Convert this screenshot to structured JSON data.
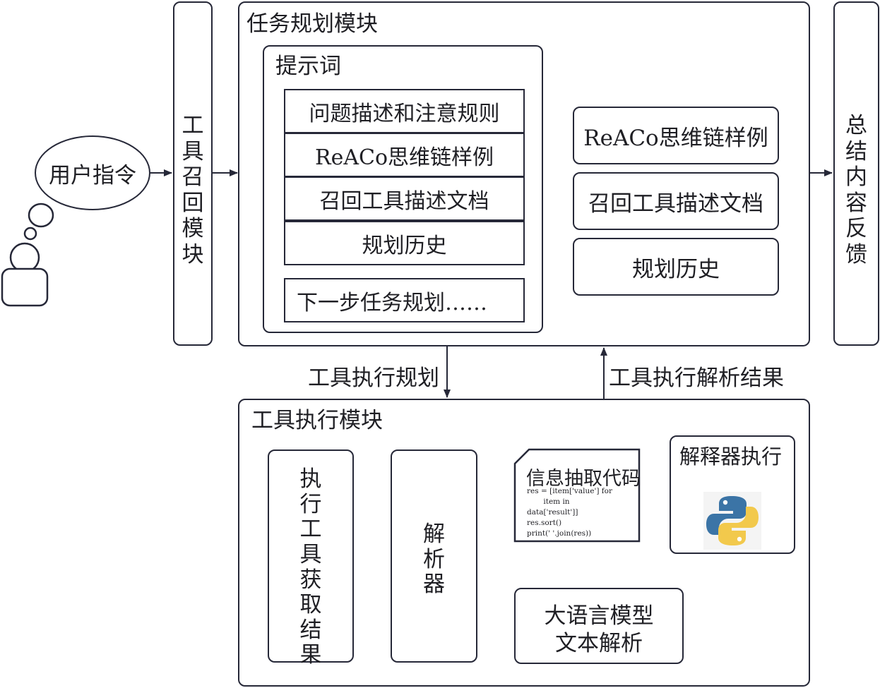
{
  "user": {
    "command": "用户指令"
  },
  "recall_module": {
    "label": "工具召回模块"
  },
  "planning_module": {
    "title": "任务规划模块",
    "prompt": {
      "title": "提示词",
      "items": [
        "问题描述和注意规则",
        "ReACo思维链样例",
        "召回工具描述文档",
        "规划历史"
      ],
      "next_step": "下一步任务规划……"
    },
    "sources": [
      "ReACo思维链样例",
      "召回工具描述文档",
      "规划历史"
    ]
  },
  "summary_module": {
    "label": "总结内容反馈"
  },
  "flow_labels": {
    "down": "工具执行规划",
    "up": "工具执行解析结果"
  },
  "execution_module": {
    "title": "工具执行模块",
    "execute": "执行工具获取结果",
    "parser": "解析器",
    "code_doc": {
      "title": "信息抽取代码",
      "code": [
        "res = [item['value'] for",
        "       item in",
        "data['result']]",
        "res.sort()",
        "print(' '.join(res))"
      ]
    },
    "interpreter": {
      "title": "解释器执行",
      "icon": "python-logo-icon"
    },
    "llm": {
      "line1": "大语言模型",
      "line2": "文本解析"
    }
  },
  "colors": {
    "stroke": "#262838",
    "python_blue": "#3B74A6",
    "python_yellow": "#F2C94C"
  }
}
